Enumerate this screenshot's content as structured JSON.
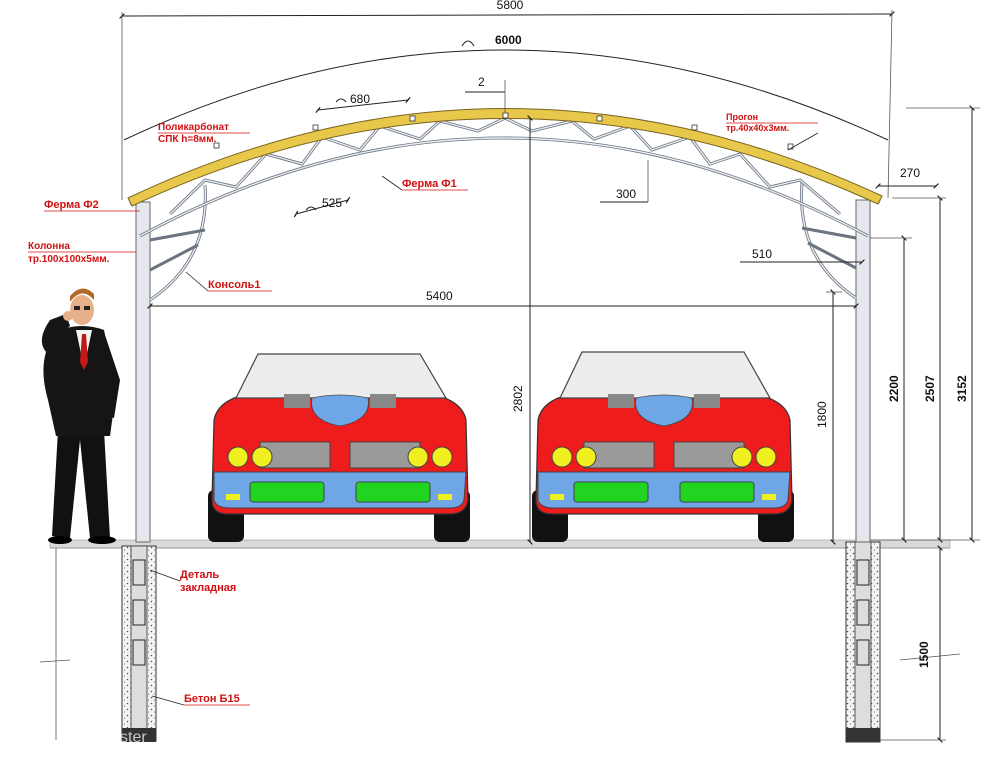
{
  "dimensions": {
    "overall_width": "5800",
    "arc_length": "6000",
    "arc_offset": "2",
    "purlin_spacing": "680",
    "truss_spacing": "525",
    "truss_depth": "300",
    "overhang": "270",
    "console_reach": "510",
    "column_span": "5400",
    "center_height": "2802",
    "clear_height": "1800",
    "column_height": "2200",
    "column_top_height": "2507",
    "total_height": "3152",
    "foundation_depth": "1500"
  },
  "labels": {
    "polycarbonate_line1": "Поликарбонат",
    "polycarbonate_line2": "СПК h=8мм.",
    "purlin_line1": "Прогон",
    "purlin_line2": "тр.40х40х3мм.",
    "truss_f2": "Ферма Ф2",
    "truss_f1": "Ферма Ф1",
    "column_line1": "Колонна",
    "column_line2": "тр.100х100х5мм.",
    "console": "Консоль1",
    "embedded_line1": "Деталь",
    "embedded_line2": "закладная",
    "concrete": "Бетон Б15"
  },
  "colors": {
    "annotation": "#d01010",
    "polycarbonate": "#e8c84a",
    "car_body": "#ee1c1c",
    "car_blue": "#6ea6e6",
    "headlight": "#f0f020",
    "bumper_green": "#22d422",
    "grille": "#888888"
  },
  "figures": [
    "man-in-suit",
    "car-left",
    "car-right"
  ],
  "watermark": "ster"
}
